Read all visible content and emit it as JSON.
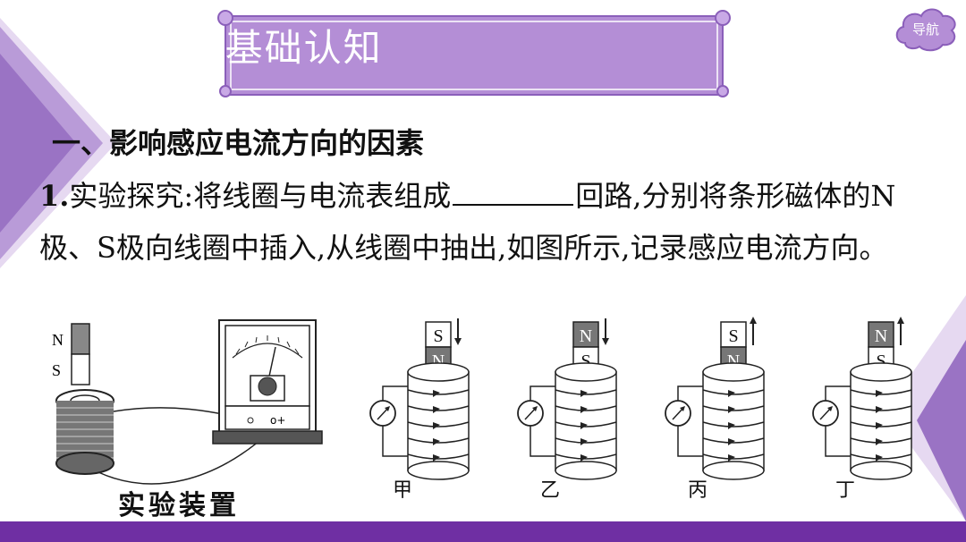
{
  "banner": {
    "title": "课前·基础认知"
  },
  "nav": {
    "label": "导航"
  },
  "section": {
    "heading": "一、影响感应电流方向的因素"
  },
  "paragraph": {
    "number": "1.",
    "before_blank": "实验探究:将线圈与电流表组成",
    "after_blank": "回路,分别将条形磁体的N极、S极向线圈中插入,从线圈中抽出,如图所示,记录感应电流方向。"
  },
  "figure": {
    "setup_caption": "实验装置",
    "magnet_pole_n": "N",
    "magnet_pole_s": "S",
    "meter_terminal": "o+",
    "panels": [
      {
        "label": "甲",
        "top_pole": "S",
        "bottom_pole": "N",
        "arrow": "down"
      },
      {
        "label": "乙",
        "top_pole": "N",
        "bottom_pole": "S",
        "arrow": "down"
      },
      {
        "label": "丙",
        "top_pole": "S",
        "bottom_pole": "N",
        "arrow": "up"
      },
      {
        "label": "丁",
        "top_pole": "N",
        "bottom_pole": "S",
        "arrow": "up"
      }
    ]
  },
  "colors": {
    "accent": "#b48ed6",
    "bar": "#6f2fa3",
    "deco_light": "#d9c6ea",
    "deco_mid": "#a985cc"
  }
}
